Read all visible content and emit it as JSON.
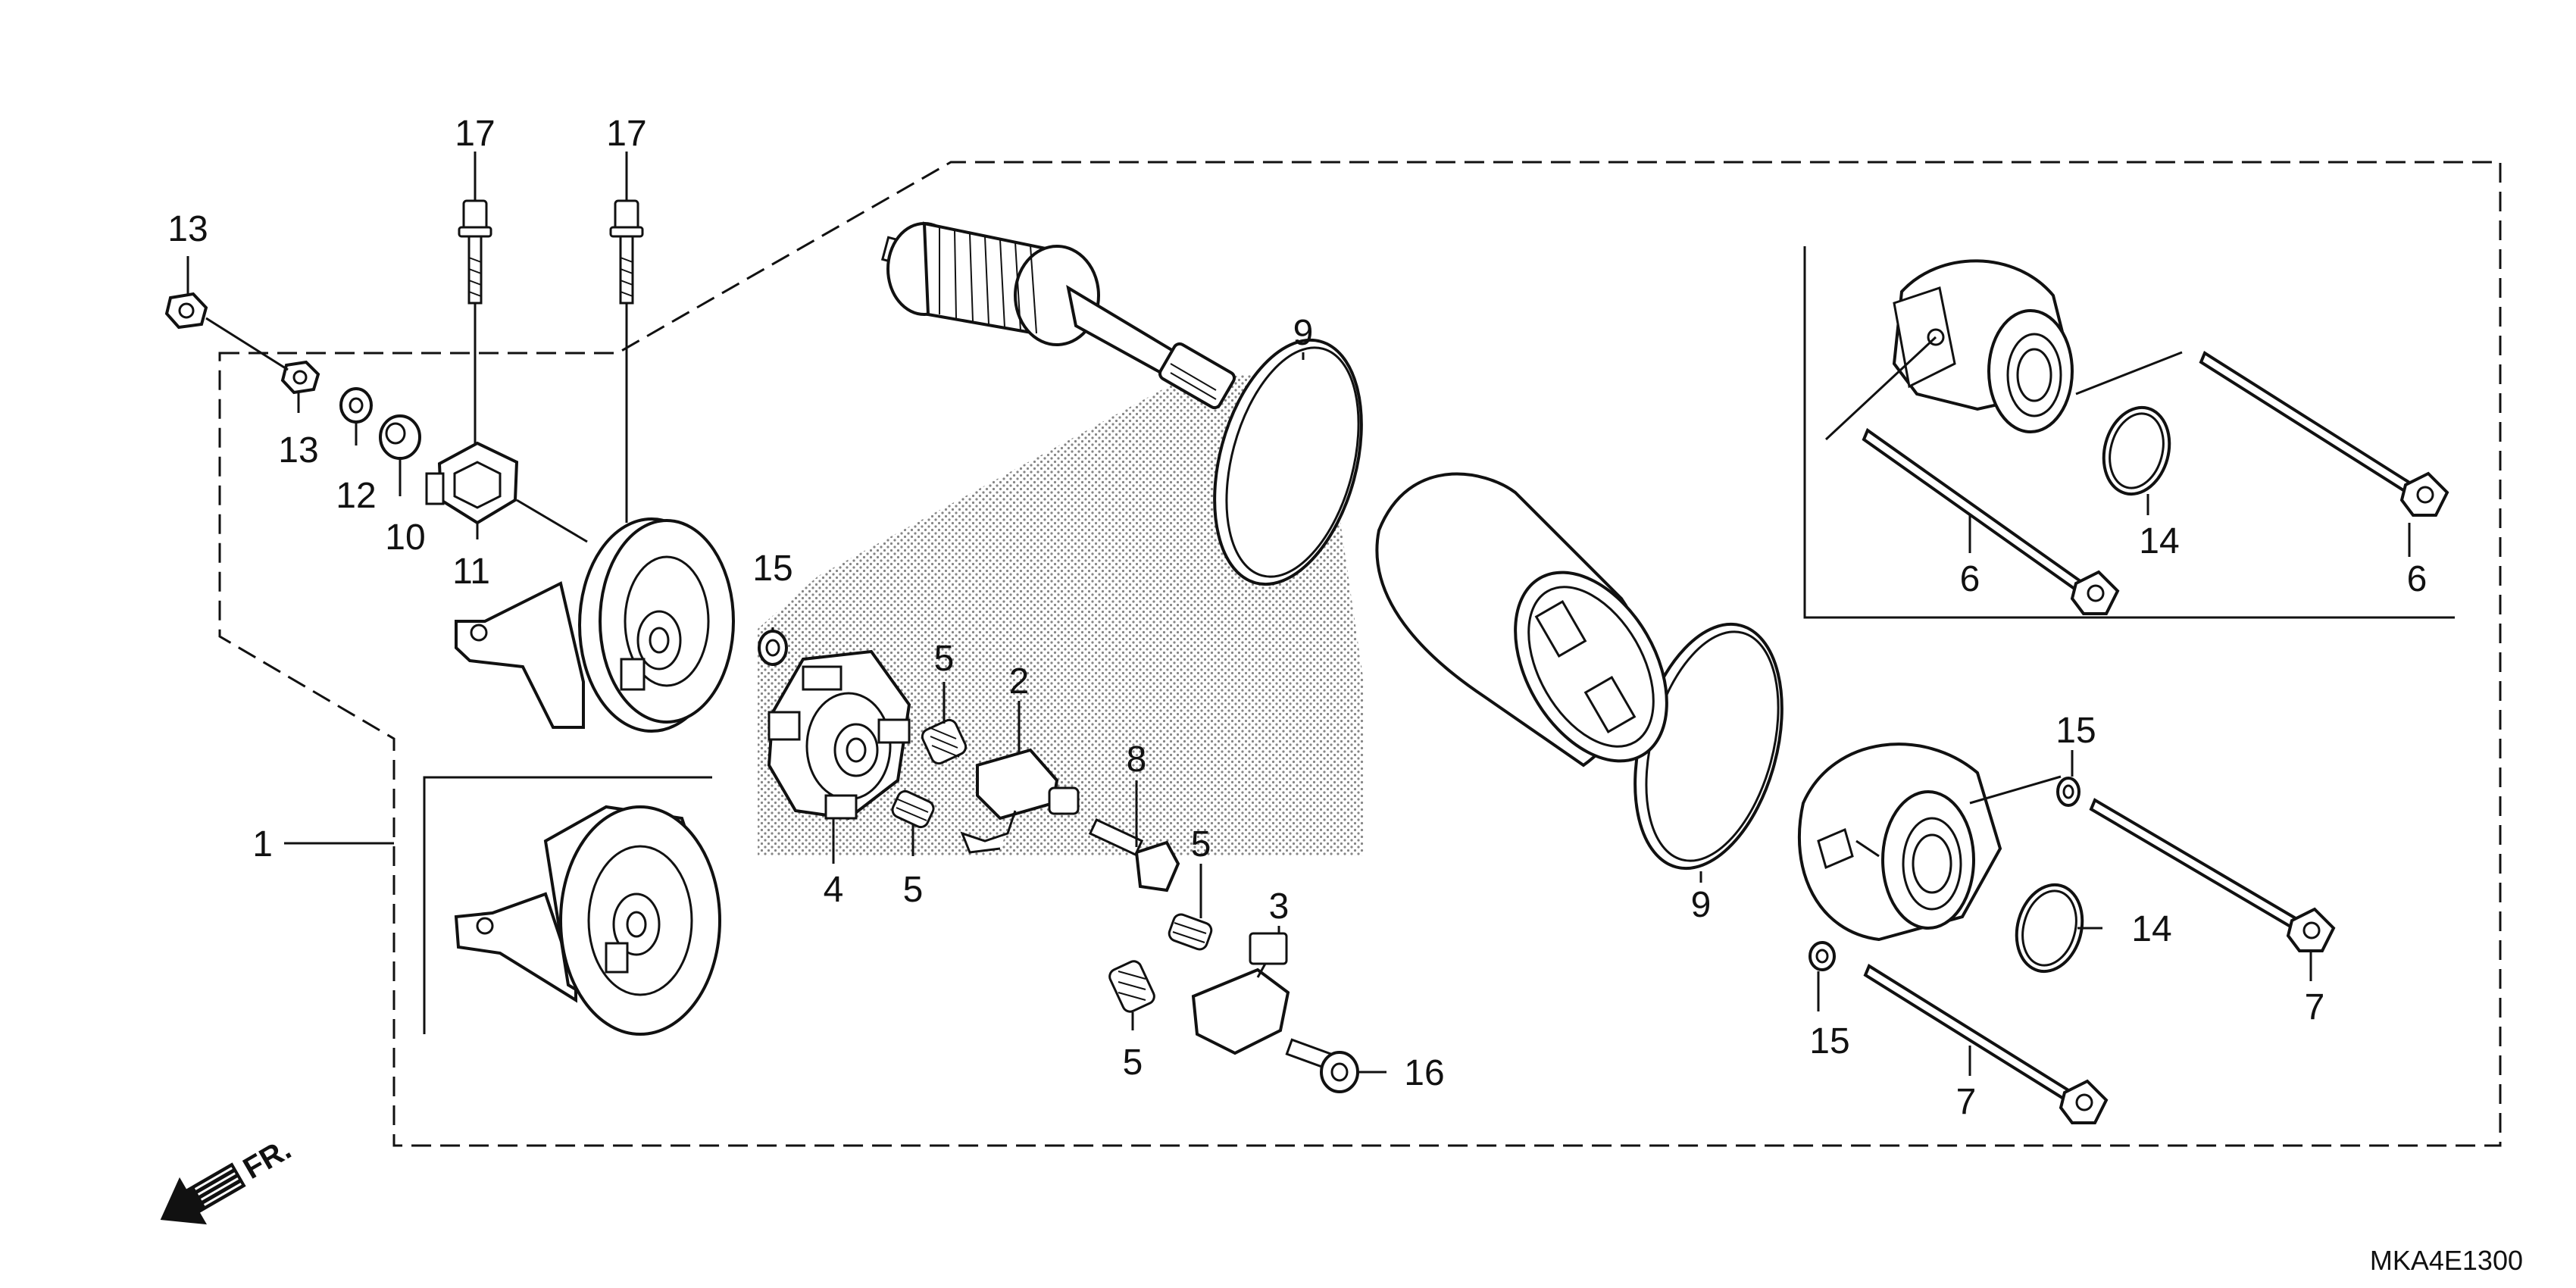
{
  "diagram": {
    "code": "MKA4E1300",
    "front_mark": "FR.",
    "labels": {
      "p1": "1",
      "p2": "2",
      "p3": "3",
      "p4": "4",
      "p5a": "5",
      "p5b": "5",
      "p5c": "5",
      "p5d": "5",
      "p6a": "6",
      "p6b": "6",
      "p7a": "7",
      "p7b": "7",
      "p8": "8",
      "p9a": "9",
      "p9b": "9",
      "p10": "10",
      "p11": "11",
      "p12": "12",
      "p13a": "13",
      "p13b": "13",
      "p14a": "14",
      "p14b": "14",
      "p15a": "15",
      "p15b": "15",
      "p15c": "15",
      "p16": "16",
      "p17a": "17",
      "p17b": "17"
    }
  }
}
